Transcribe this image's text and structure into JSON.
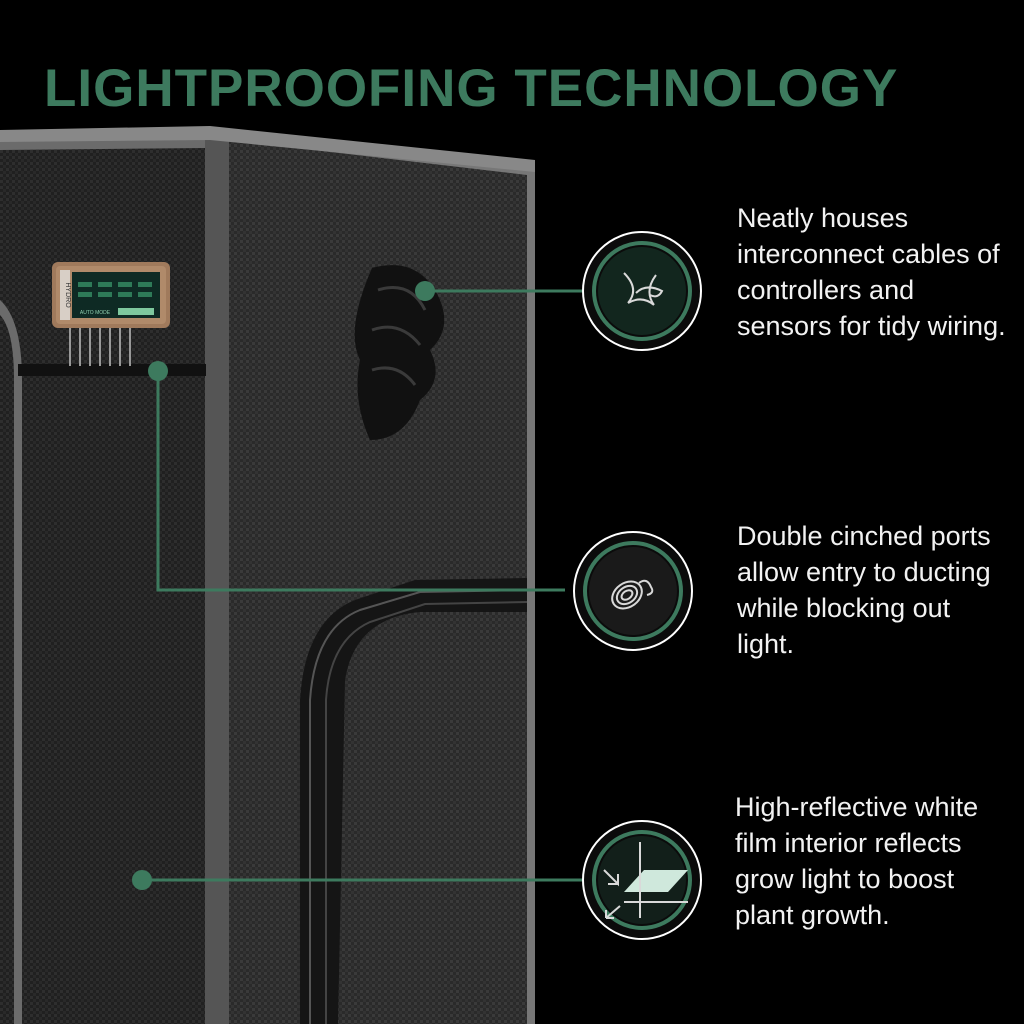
{
  "heading": "LIGHTPROOFING TECHNOLOGY",
  "colors": {
    "accent": "#3d7a5e",
    "background": "#000000",
    "text": "#f2f2f2"
  },
  "controller_display": {
    "brand": "HYDRO",
    "mode": "AUTO MODE"
  },
  "features": [
    {
      "icon": "cable-tie-icon",
      "text": "Neatly houses interconnect cables of controllers and sensors for tidy wiring."
    },
    {
      "icon": "rope-coil-icon",
      "text": "Double cinched ports allow entry to ducting while blocking out light."
    },
    {
      "icon": "reflective-film-icon",
      "text": "High-reflective white film interior reflects grow light to boost plant growth."
    }
  ]
}
